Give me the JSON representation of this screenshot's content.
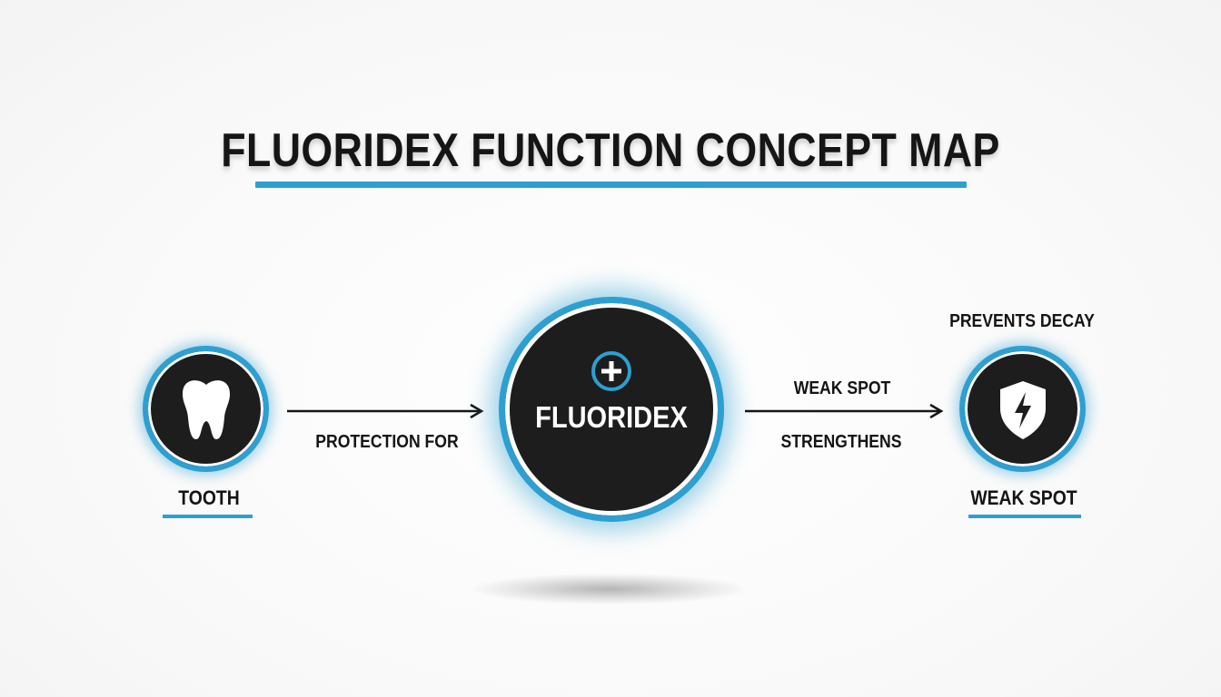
{
  "title": "FLUORIDEX FUNCTION CONCEPT MAP",
  "colors": {
    "accent": "#2e9fd1",
    "node_fill": "#1d1d1d",
    "text": "#151515",
    "background": "#fbfbfb"
  },
  "nodes": {
    "tooth": {
      "label": "TOOTH",
      "icon": "tooth-icon"
    },
    "center": {
      "label": "FLUORIDEX",
      "icon": "plus-circle-icon"
    },
    "weak_spot": {
      "label": "WEAK SPOT",
      "top_label": "PREVENTS DECAY",
      "icon": "shield-bolt-icon"
    }
  },
  "edges": {
    "left": {
      "label": "PROTECTION FOR"
    },
    "right": {
      "label_top": "WEAK SPOT",
      "label_bottom": "STRENGTHENS"
    }
  }
}
